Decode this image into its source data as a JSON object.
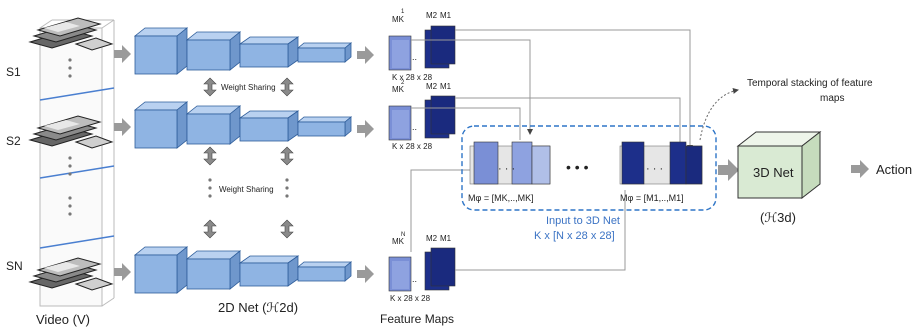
{
  "inputs": {
    "stream_labels": [
      "S1",
      "S2",
      "SN"
    ],
    "video_label": "Video (V)"
  },
  "net2d": {
    "label": "2D Net (ℋ2d)",
    "weight_sharing_1": "Weight Sharing",
    "weight_sharing_2": "Weight Sharing"
  },
  "feature_maps": {
    "m_k": "MK",
    "m_2": "M2",
    "m_1": "M1",
    "superscripts": [
      "1",
      "2",
      "N"
    ],
    "dots": "..",
    "dims": "K x 28 x 28",
    "label": "Feature Maps"
  },
  "stack": {
    "formula_left": "Mφ = [MK,..,MK]",
    "formula_right": "Mφ = [M1,..,M1]",
    "inner_dots": "· · ·",
    "between_dots": "• • •",
    "caption_line1": "Input to 3D Net",
    "caption_line2": "K x [N x 28 x 28]"
  },
  "annotation": {
    "line1": "Temporal stacking of feature",
    "line2": "maps"
  },
  "net3d": {
    "label": "3D Net",
    "sublabel": "(ℋ3d)"
  },
  "output": {
    "label": "Action"
  },
  "colors": {
    "box_front": "#8fb4e3",
    "box_top": "#b9d1f0",
    "box_side": "#6f97cc",
    "box_stroke": "#2e5d9a",
    "dashed": "#2e75c7",
    "net3d_fill": "#d9ead3",
    "arrow": "#9a9a9a",
    "fmap": "#1d2f8a"
  }
}
